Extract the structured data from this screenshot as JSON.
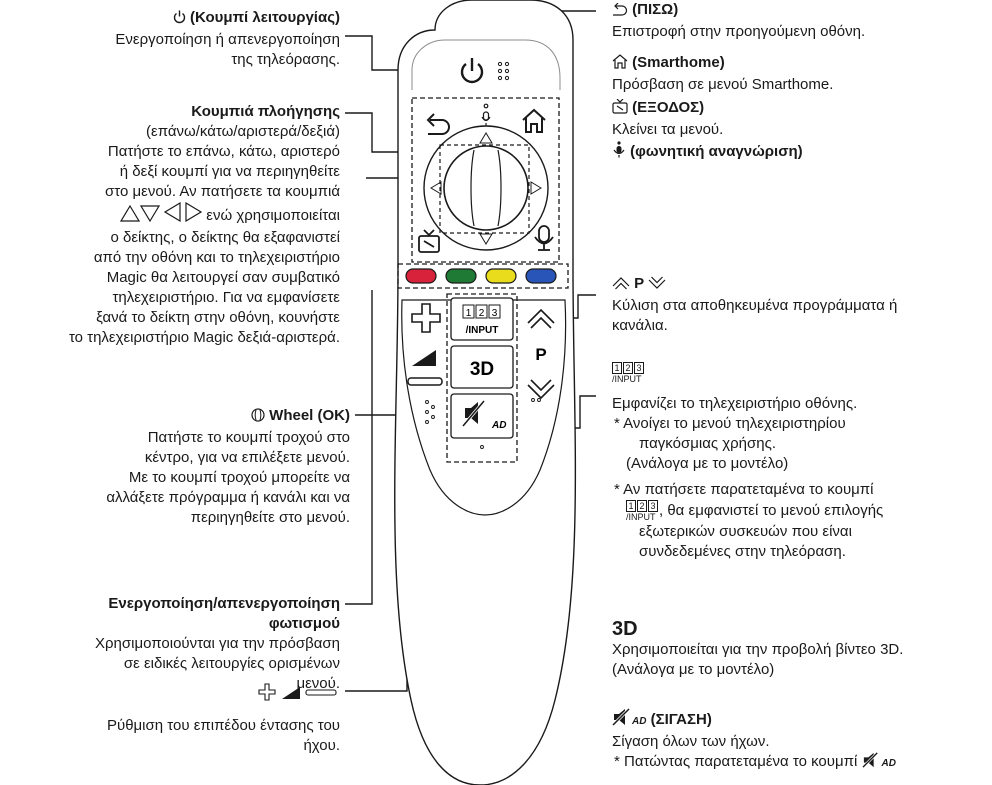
{
  "left": {
    "power": {
      "title": "(Κουμπί λειτουργίας)",
      "lines": [
        "Ενεργοποίηση ή απενεργοποίηση",
        "της τηλεόρασης."
      ]
    },
    "navigation": {
      "title": "Κουμπιά πλοήγησης",
      "lines": [
        "(επάνω/κάτω/αριστερά/δεξιά)",
        "Πατήστε το επάνω, κάτω, αριστερό",
        "ή δεξί κουμπί για να περιηγηθείτε",
        "στο μενού. Αν πατήσετε τα κουμπιά"
      ],
      "arrows_suffix": "ενώ χρησιμοποιείται",
      "lines2": [
        "ο δείκτης, ο δείκτης θα εξαφανιστεί",
        "από την οθόνη και το τηλεχειριστήριο",
        "Magic θα λειτουργεί σαν συμβατικό",
        "τηλεχειριστήριο. Για να εμφανίσετε",
        "ξανά το δείκτη στην οθόνη, κουνήστε",
        "το τηλεχειριστήριο Magic δεξιά-αριστερά."
      ]
    },
    "wheel": {
      "title": "Wheel (OK)",
      "lines": [
        "Πατήστε το κουμπί τροχού στο",
        "κέντρο, για να επιλέξετε μενού.",
        "Με το κουμπί τροχού μπορείτε να",
        "αλλάξετε πρόγραμμα ή κανάλι και να",
        "περιηγηθείτε στο μενού."
      ]
    },
    "backlight": {
      "title1": "Ενεργοποίηση/απενεργοποίηση",
      "title2": "φωτισμού",
      "lines": [
        "Χρησιμοποιούνται για την πρόσβαση",
        "σε ειδικές λειτουργίες ορισμένων",
        "μενού."
      ]
    },
    "volume": {
      "lines": [
        "Ρύθμιση του επιπέδου έντασης του",
        "ήχου."
      ]
    }
  },
  "right": {
    "back": {
      "title": "(ΠΙΣΩ)",
      "desc": "Επιστροφή στην προηγούμενη οθόνη."
    },
    "home": {
      "title": "(Smarthome)",
      "desc": "Πρόσβαση σε μενού Smarthome."
    },
    "exit": {
      "title": "(ΕΞΟΔΟΣ)",
      "desc": "Κλείνει τα μενού."
    },
    "voice": {
      "title": "(φωνητική αναγνώριση)"
    },
    "program": {
      "label": "P",
      "lines": [
        "Κύλιση στα αποθηκευμένα προγράμματα ή",
        "κανάλια."
      ]
    },
    "input": {
      "digits": [
        "1",
        "2",
        "3"
      ],
      "input_label": "/INPUT",
      "desc": "Εμφανίζει το τηλεχειριστήριο οθόνης.",
      "note1": [
        "* Ανοίγει το μενού τηλεχειριστηρίου",
        "παγκόσμιας χρήσης.",
        "(Ανάλογα με το μοντέλο)"
      ],
      "note2_first": "* Αν πατήσετε παρατεταμένα το κουμπί",
      "note2_cont": ", θα εμφανιστεί το μενού επιλογής",
      "note2_rest": [
        "εξωτερικών συσκευών που είναι",
        "συνδεδεμένες στην τηλεόραση."
      ]
    },
    "three_d": {
      "label": "3D",
      "lines": [
        "Χρησιμοποιείται για την προβολή βίντεο 3D.",
        "(Ανάλογα με το μοντέλο)"
      ]
    },
    "mute": {
      "sub": "AD",
      "title": "(ΣΙΓΑΣΗ)",
      "desc": "Σίγαση όλων των ήχων.",
      "note": "* Πατώντας παρατεταμένα το κουμπί"
    }
  },
  "remote": {
    "input_digits": "123",
    "input_label": "/INPUT",
    "three_d": "3D",
    "p_label": "P",
    "ad_label": "AD",
    "color_buttons": [
      "#d8213a",
      "#1f7a35",
      "#e9dc1d",
      "#2a55b8"
    ]
  }
}
